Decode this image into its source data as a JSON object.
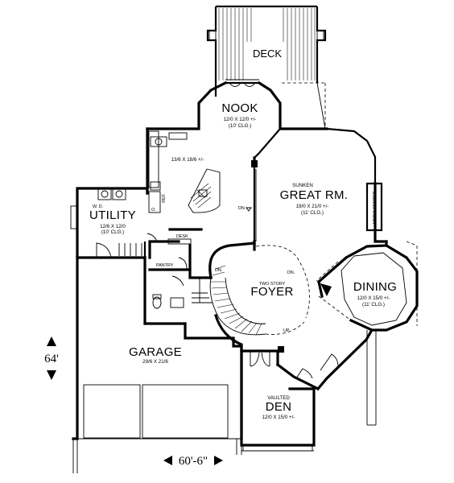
{
  "rooms": {
    "deck": {
      "name": "DECK"
    },
    "nook": {
      "name": "NOOK",
      "size": "12/0 X 12/0 +/-",
      "ceiling": "(10' CLG.)"
    },
    "kitchen": {
      "size": "13/6 X 18/6 +/-",
      "ref": "REF.",
      "oven": "O."
    },
    "great_room": {
      "prefix": "SUNKEN",
      "name": "GREAT RM.",
      "size": "19/0 X 21/0 +/-",
      "ceiling": "(11' CLG.)"
    },
    "media": {
      "name": "MEDIA CENTER"
    },
    "utility": {
      "appliances": "W.   D.",
      "name": "UTILITY",
      "size": "12/6 X 12/0",
      "ceiling": "(10' CLG.)"
    },
    "desk": {
      "name": "DESK"
    },
    "pantry": {
      "name": "PANTRY"
    },
    "foyer": {
      "prefix": "TWO STORY",
      "name": "FOYER"
    },
    "dining": {
      "name": "DINING",
      "size": "12/0 X 15/0 +/-",
      "ceiling": "(11' CLG.)"
    },
    "garage": {
      "name": "GARAGE",
      "size": "29/6 X 21/6"
    },
    "den": {
      "prefix": "VAULTED",
      "name": "DEN",
      "size": "12/0 X 15/0 +/-"
    }
  },
  "annotations": {
    "dn_great": "DN.",
    "dn_foyer": "DN.",
    "dn_dining": "DN.",
    "up_stairs": "UP"
  },
  "dimensions": {
    "depth": "64'",
    "width": "60'-6\""
  }
}
